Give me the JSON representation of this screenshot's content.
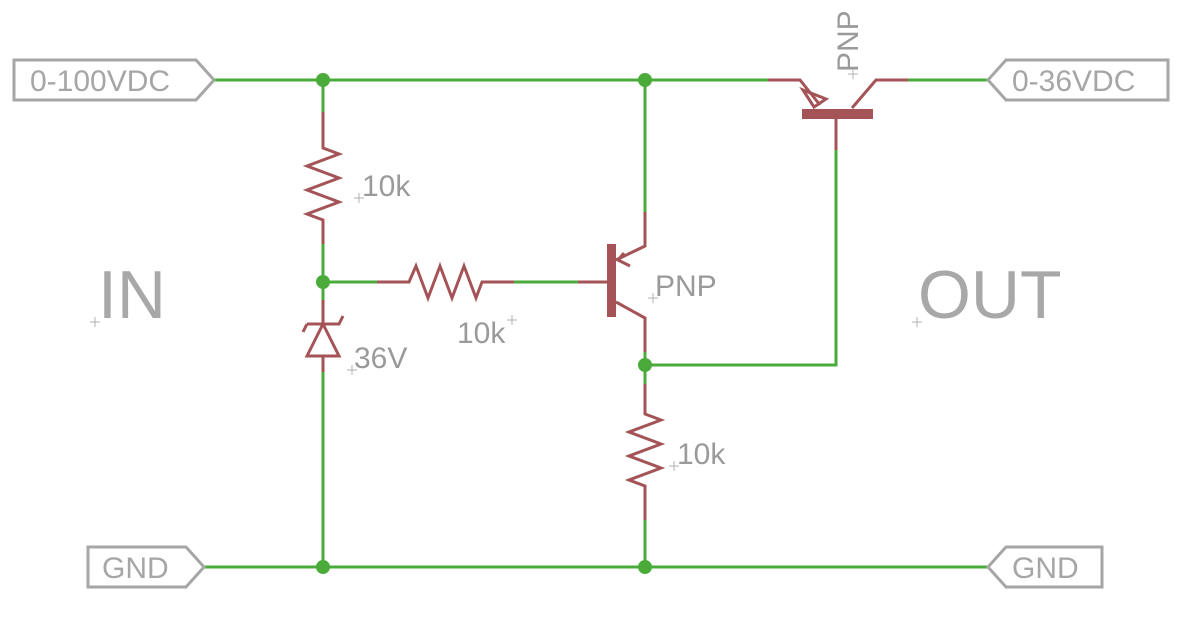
{
  "ports": {
    "input_supply": "0-100VDC",
    "output_supply": "0-36VDC",
    "input_ground": "GND",
    "output_ground": "GND"
  },
  "sections": {
    "input": "IN",
    "output": "OUT"
  },
  "components": {
    "r_top": "10k",
    "r_base": "10k",
    "r_bottom": "10k",
    "zener": "36V",
    "q_driver": "PNP",
    "q_pass": "PNP"
  },
  "colors": {
    "wire": "#4aab3a",
    "component": "#a45356",
    "label": "#a6a6a6"
  }
}
